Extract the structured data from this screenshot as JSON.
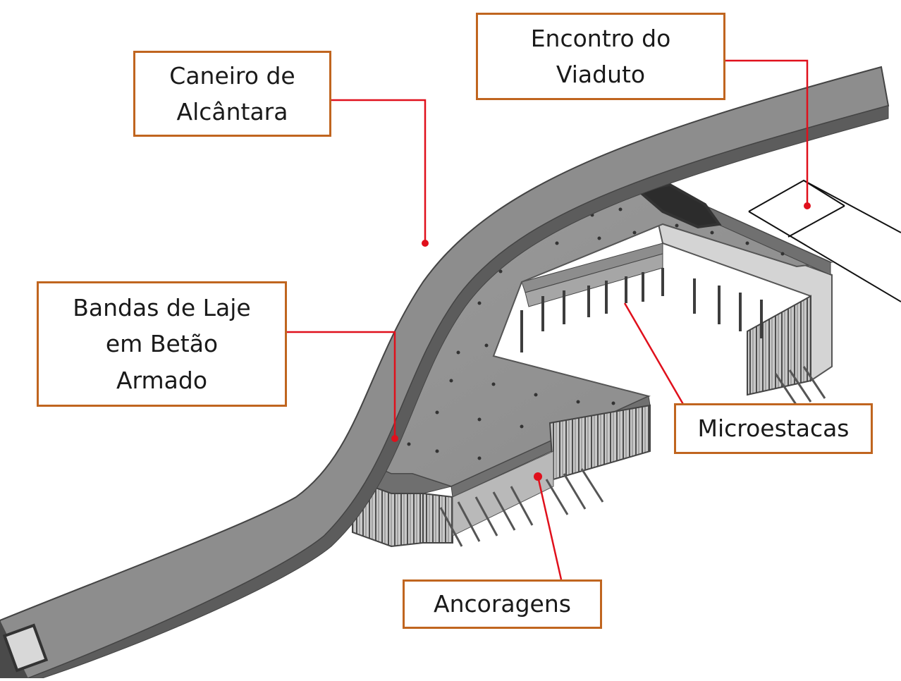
{
  "labels": {
    "caneiro": [
      "Caneiro de",
      "Alcântara"
    ],
    "encontro": [
      "Encontro do",
      "Viaduto"
    ],
    "bandas": [
      "Bandas de Laje",
      "em Betão",
      "Armado"
    ],
    "microestacas": [
      "Microestacas"
    ],
    "ancoragens": [
      "Ancoragens"
    ]
  },
  "colors": {
    "callout_border": "#c0651f",
    "leader_line": "#e0101c",
    "structure_top": "#8e8e8e",
    "structure_side": "#6a6a6a",
    "wall_lines": "#4a4a4a"
  }
}
